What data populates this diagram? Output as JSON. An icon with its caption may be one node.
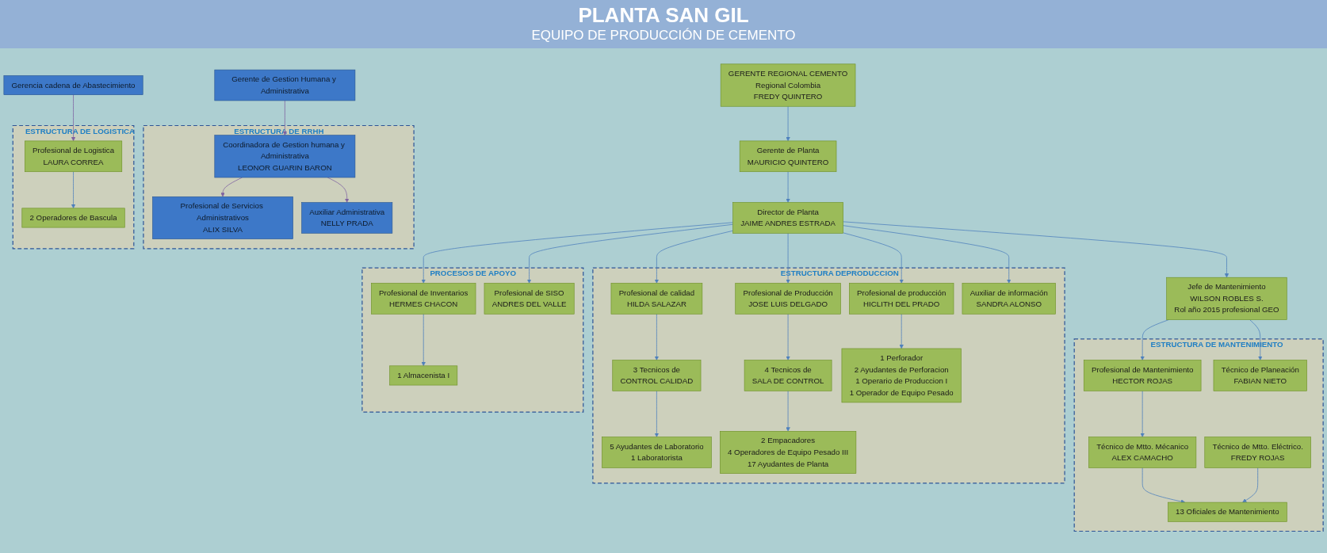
{
  "diagram": {
    "title": "PLANTA SAN GIL",
    "nodes": [
      {
        "text": [
          "GERENTE REGIONAL CEMENTO",
          "Regional Colombia",
          "FREDY QUINTERO"
        ]
      },
      {
        "text": [
          "Gerente de Gestion Humana y Administrativa"
        ]
      },
      {
        "text": [
          "Gerente de Planta",
          "MAURICIO QUINTERO"
        ]
      },
      {
        "text": [
          "Gerencia cadena de Abastecimiento"
        ]
      },
      {
        "text": [
          "Director de Planta",
          "JAIME ANDRES ESTRADA"
        ]
      },
      {
        "text": [
          "ESTRUCTURA DE RRHH"
        ]
      },
      {
        "text": [
          "Coordinadora de Gestion humana y Administrativa",
          "LEONOR GUARIN BARON"
        ],
        "in": 5
      },
      {
        "text": [
          "Profesional de Servicios Administrativos",
          "ALIX SILVA"
        ],
        "in": 5
      },
      {
        "text": [
          "Auxiliar Administrativa",
          "NELLY PRADA"
        ],
        "in": 5
      },
      {
        "text": [
          "Jefe de Mantenimiento",
          "WILSON ROBLES S.",
          "Rol año 2015 profesional GEO"
        ]
      },
      {
        "text": [
          "ESTRUCTURA DE MANTENIMIENTO"
        ]
      },
      {
        "text": [
          "Profesional de Mantenimiento",
          "HECTOR ROJAS"
        ],
        "in": 10
      },
      {
        "text": [
          "Técnico de Mtto. Mécanico",
          "ALEX CAMACHO"
        ],
        "in": 10
      },
      {
        "text": [
          "Técnico de Mtto. Eléctrico.",
          "FREDY ROJAS"
        ],
        "in": 10
      },
      {
        "text": [
          "Técnico de Planeación",
          "FABIAN NIETO"
        ],
        "in": 10
      },
      {
        "text": [
          "13 Oficiales de Mantenimiento"
        ],
        "in": 10
      },
      {
        "text": [
          "ESTRUCTURA DEPRODUCCION"
        ]
      },
      {
        "text": [
          "Profesional de producción",
          "HICLITH DEL PRADO"
        ],
        "in": 16
      },
      {
        "text": [
          "Profesional de calidad",
          "HILDA SALAZAR"
        ],
        "in": 16
      },
      {
        "text": [
          "Profesional de Producción",
          "JOSE LUIS DELGADO"
        ],
        "in": 16
      },
      {
        "text": [
          "Auxiliar de información",
          "SANDRA ALONSO"
        ],
        "in": 16
      },
      {
        "text": [
          "3 Tecnicos de",
          "CONTROL CALIDAD"
        ],
        "in": 16
      },
      {
        "text": [
          "4 Tecnicos de",
          "SALA DE CONTROL"
        ],
        "in": 16
      },
      {
        "text": [
          "1 Perforador",
          "2 Ayudantes de Perforacion",
          "1 Operario de Produccion I",
          "1 Operador de Equipo Pesado"
        ],
        "in": 16
      },
      {
        "text": [
          "5 Ayudantes de Laboratorio",
          "1 Laboratorista"
        ],
        "in": 16
      },
      {
        "text": [
          "2 Empacadores",
          "4 Operadores de Equipo Pesado III",
          "17 Ayudantes de Planta"
        ],
        "in": 16
      },
      {
        "text": [
          "PROCESOS DE APOYO"
        ]
      },
      {
        "text": [
          "Profesional de Inventarios",
          "HERMES CHACON"
        ],
        "in": 26
      },
      {
        "text": [
          "Profesional de SISO",
          "ANDRES DEL VALLE"
        ],
        "in": 26
      },
      {
        "text": [
          "1 Almacenista I"
        ],
        "in": 26
      },
      {
        "text": [
          "ESTRUCTURA DE LOGISTICA"
        ]
      },
      {
        "text": [
          "Profesional de Logistica",
          "LAURA CORREA"
        ],
        "in": 30
      },
      {
        "text": [
          "2 Operadores de Bascula"
        ],
        "in": 30
      }
    ],
    "edges": [
      {
        "from": 0,
        "to": 2,
        "arrow": "to"
      },
      {
        "from": 2,
        "to": 4,
        "arrow": "to"
      },
      {
        "from": 1,
        "to": 6,
        "arrow": "to",
        "color": "#8064a2"
      },
      {
        "from": 6,
        "to": 7,
        "arrow": "to",
        "color": "#8064a2"
      },
      {
        "from": 6,
        "to": 8,
        "arrow": "to",
        "color": "#8064a2"
      },
      {
        "from": 4,
        "to": 9,
        "arrow": "to"
      },
      {
        "from": 4,
        "to": 20,
        "arrow": "to"
      },
      {
        "from": 9,
        "to": 11,
        "arrow": "to"
      },
      {
        "from": 9,
        "to": 14,
        "arrow": "to"
      },
      {
        "from": 11,
        "to": 12,
        "arrow": "to"
      },
      {
        "from": 12,
        "to": 15,
        "arrow": "to"
      },
      {
        "from": 13,
        "to": 15,
        "arrow": "to"
      },
      {
        "from": 4,
        "to": 17,
        "arrow": "to"
      },
      {
        "from": 4,
        "to": 18,
        "arrow": "to"
      },
      {
        "from": 4,
        "to": 19,
        "arrow": "to"
      },
      {
        "from": 4,
        "to": 27,
        "arrow": "to"
      },
      {
        "from": 4,
        "to": 28,
        "arrow": "to"
      },
      {
        "from": 17,
        "to": 23,
        "arrow": "to"
      },
      {
        "from": 18,
        "to": 21,
        "arrow": "to"
      },
      {
        "from": 21,
        "to": 24,
        "arrow": "to"
      },
      {
        "from": 19,
        "to": 22,
        "arrow": "to"
      },
      {
        "from": 22,
        "to": 25,
        "arrow": "to"
      },
      {
        "from": 27,
        "to": 29,
        "arrow": "to"
      },
      {
        "from": 3,
        "to": 31,
        "arrow": "to",
        "color": "#8064a2"
      },
      {
        "from": 31,
        "to": 32,
        "arrow": "to"
      }
    ],
    "labels": [
      "EQUIPO DE PRODUCCIÓN DE CEMENTO"
    ]
  }
}
